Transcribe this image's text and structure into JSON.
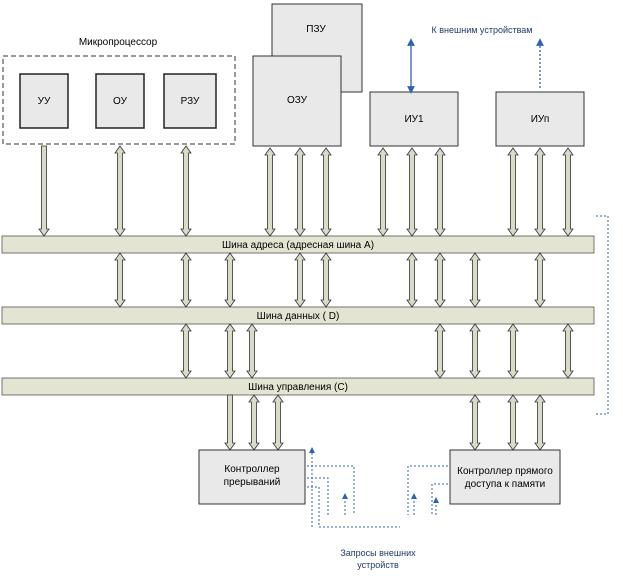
{
  "title": "Микропроцессор",
  "external_note": "К внешним устройствам",
  "blocks": {
    "uu": "УУ",
    "ou": "ОУ",
    "rzu": "РЗУ",
    "pzu": "ПЗУ",
    "ozu": "ОЗУ",
    "iu1": "ИУ1",
    "iun": "ИУп"
  },
  "buses": {
    "address": "Шина адреса (адресная шина А)",
    "data": "Шина данных ( D)",
    "control": "Шина управления (С)"
  },
  "controllers": {
    "interrupt": [
      "Контроллер",
      "прерываний"
    ],
    "dma": [
      "Контроллер прямого",
      "доступа к памяти"
    ]
  },
  "requests": [
    "Запросы внешних",
    "устройств"
  ],
  "colors": {
    "bus_fill": "#e4e4d2",
    "block_fill": "#e9e9e9",
    "arrow_fill": "#dadac8",
    "blue": "#2f63b0"
  }
}
